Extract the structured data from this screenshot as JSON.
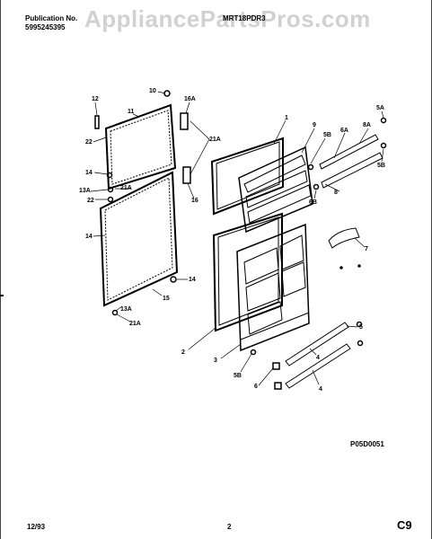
{
  "header": {
    "publication_label": "Publication No.",
    "publication_number": "5995245395",
    "model": "MRT18PDR3"
  },
  "watermark": "AppliancePartsPros.com",
  "diagram": {
    "drawing_code": "P05D0051",
    "callouts": {
      "c12": "12",
      "c10": "10",
      "c16A": "16A",
      "c11": "11",
      "c1": "1",
      "c9": "9",
      "c5B_top": "5B",
      "c6A": "6A",
      "c8A": "8A",
      "c5A": "5A",
      "c22a": "22",
      "c21A_a": "21A",
      "c14a": "14",
      "c13A_a": "13A",
      "c21A_b": "21A",
      "c22b": "22",
      "c16": "16",
      "c8": "8",
      "c5B_r": "5B",
      "c6B": "6B",
      "c14b": "14",
      "c7": "7",
      "c14c": "14",
      "c15": "15",
      "c13A_b": "13A",
      "c21A_c": "21A",
      "c2": "2",
      "c3": "3",
      "c5": "5",
      "c4a": "4",
      "c5B_bot": "5B",
      "c6": "6",
      "c4b": "4"
    }
  },
  "footer": {
    "date": "12/93",
    "page": "2",
    "section": "C9"
  }
}
